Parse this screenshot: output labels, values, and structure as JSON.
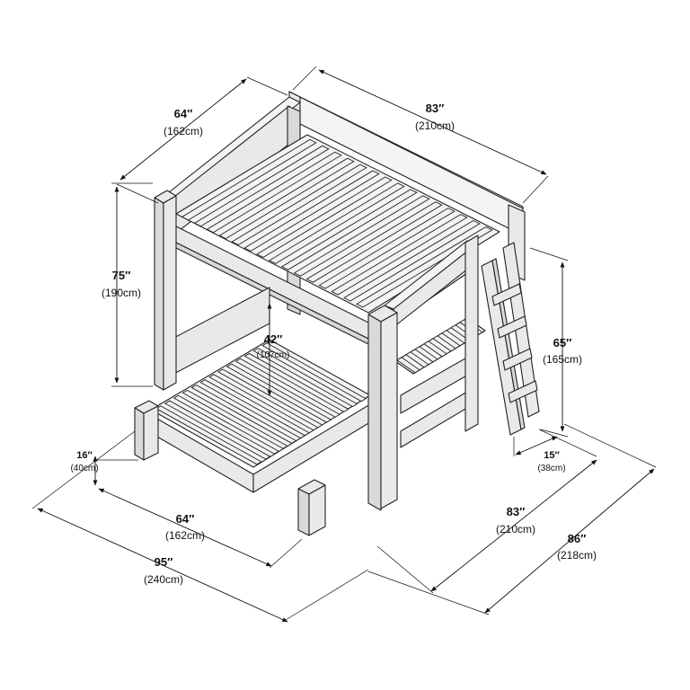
{
  "dimensions": {
    "top_width": {
      "value": "64″",
      "metric": "(162cm)"
    },
    "top_length": {
      "value": "83″",
      "metric": "(210cm)"
    },
    "total_height": {
      "value": "75″",
      "metric": "(190cm)"
    },
    "clearance": {
      "value": "42″",
      "metric": "(107cm)"
    },
    "ladder_height": {
      "value": "65″",
      "metric": "(165cm)"
    },
    "ladder_depth": {
      "value": "15″",
      "metric": "(38cm)"
    },
    "lower_height": {
      "value": "16″",
      "metric": "(40cm)"
    },
    "lower_width": {
      "value": "64″",
      "metric": "(162cm)"
    },
    "base_length": {
      "value": "83″",
      "metric": "(210cm)"
    },
    "total_length": {
      "value": "86″",
      "metric": "(218cm)"
    },
    "total_width": {
      "value": "95″",
      "metric": "(240cm)"
    }
  },
  "colors": {
    "line": "#111111",
    "wood_light": "#e9e9e9",
    "wood_dark": "#d9d9d9"
  }
}
